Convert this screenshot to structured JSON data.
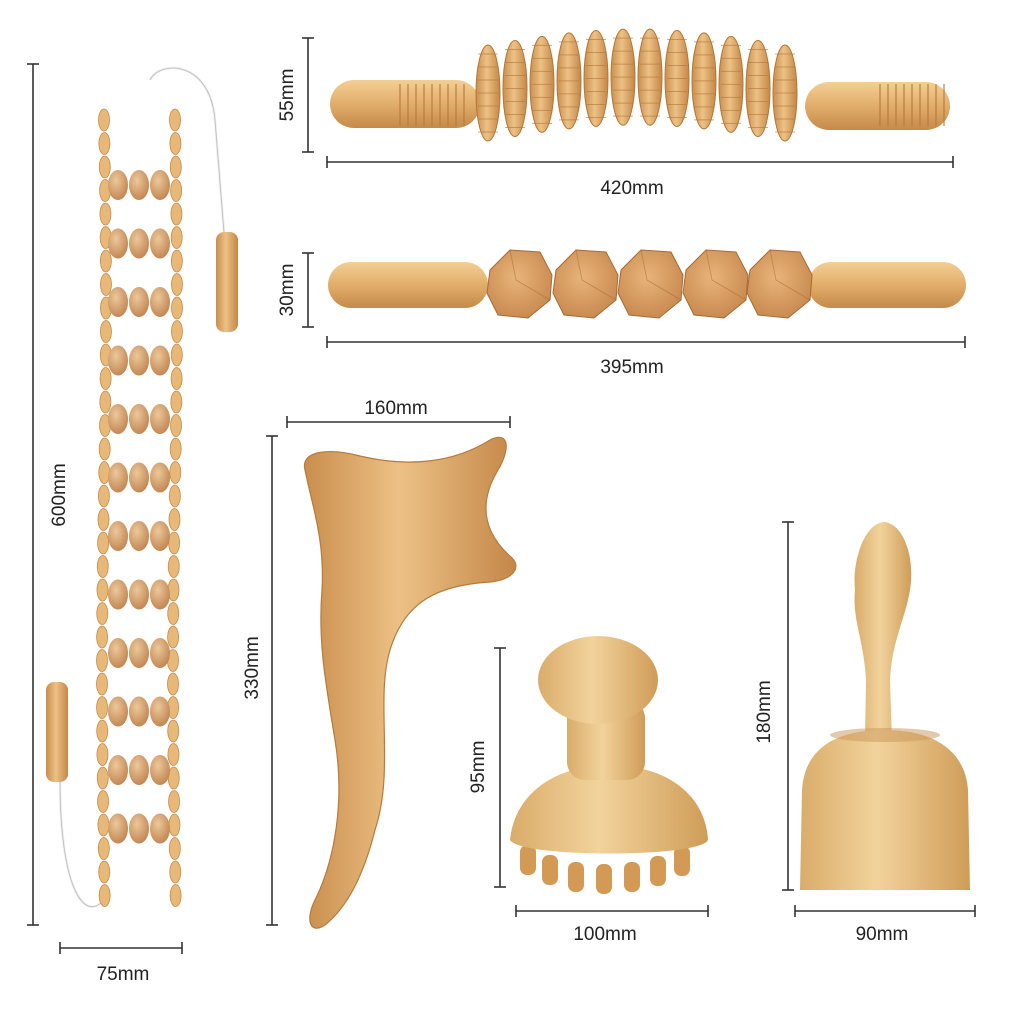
{
  "colors": {
    "wood_light": "#e9bd7c",
    "wood_mid": "#d9a25f",
    "wood_dark": "#b87a3c",
    "bead_face": "#c78a57",
    "dim_line": "#333333",
    "label": "#222222"
  },
  "dimensions": {
    "belt_height": "600mm",
    "belt_width": "75mm",
    "gear_roller_height": "55mm",
    "gear_roller_length": "420mm",
    "cube_roller_height": "30mm",
    "cube_roller_length": "395mm",
    "paddle_width": "160mm",
    "paddle_height": "330mm",
    "mushroom_height": "95mm",
    "mushroom_width": "100mm",
    "cup_height": "180mm",
    "cup_width": "90mm"
  }
}
